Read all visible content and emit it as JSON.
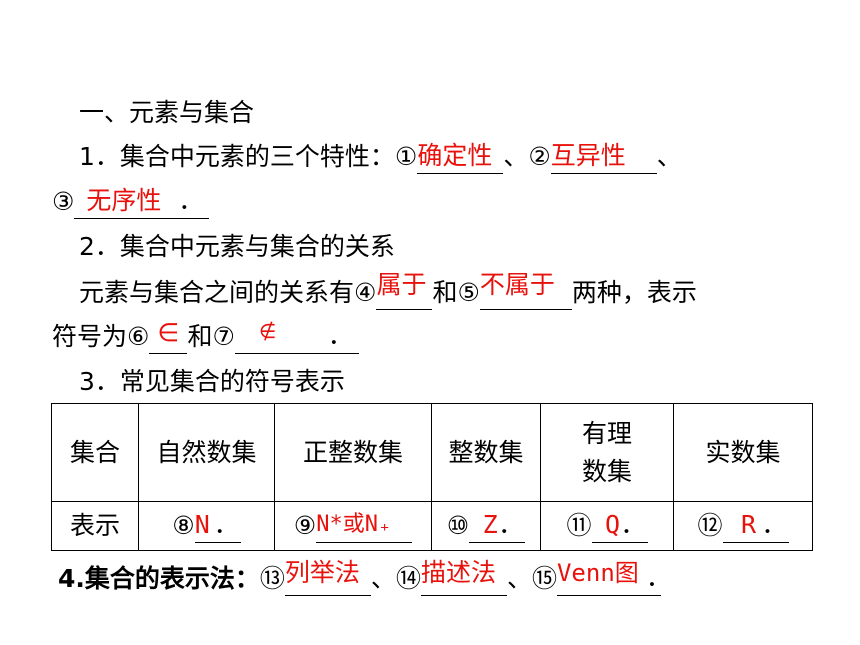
{
  "section_title": "一、元素与集合",
  "p1": {
    "label": "1．集合中元素的三个特性：",
    "m1": "①",
    "a1": "确定性",
    "sep1": "、",
    "m2": "②",
    "a2": "互异性",
    "sep2": "、",
    "m3": "③",
    "a3": "无序性",
    "end": "．"
  },
  "p2": {
    "label": "2．集合中元素与集合的关系",
    "text_a": "元素与集合之间的关系有",
    "m4": "④",
    "a4": "属于",
    "and1": "和",
    "m5": "⑤",
    "a5": "不属于",
    "text_b": "两种，表示",
    "text_c": "符号为",
    "m6": "⑥",
    "a6": "∈",
    "and2": "和",
    "m7": "⑦",
    "a7": "∉",
    "end": "．"
  },
  "p3": {
    "label": "3．常见集合的符号表示"
  },
  "table": {
    "header": [
      "集合",
      "自然数集",
      "正整数集",
      "整数集",
      "有理数集",
      "实数集"
    ],
    "header_line2": "数集",
    "header_line1": "有理",
    "row_label": "表示",
    "marks": [
      "⑧",
      "⑨",
      "⑩",
      "⑪",
      "⑫"
    ],
    "answers": [
      "N",
      "N*或N₊",
      "Z",
      "Q",
      "R"
    ],
    "period": "．"
  },
  "p4": {
    "label": "4.集合的表示法：",
    "m13": "⑬",
    "a13": "列举法",
    "sep1": "、",
    "m14": "⑭",
    "a14": "描述法",
    "sep2": "、",
    "m15": "⑮",
    "a15": "Venn图",
    "end": "．"
  },
  "colors": {
    "answer": "#e8120c",
    "text": "#000000"
  }
}
